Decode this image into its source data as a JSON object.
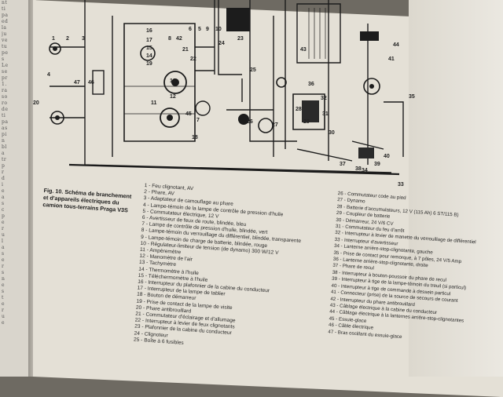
{
  "caption": {
    "figure": "Fig. 10.",
    "text": "Schéma de branchement et d'appareils électriques du camion tous-terrains Praga V3S"
  },
  "legend_left": [
    "1 - Feu clignotant, AV",
    "2 - Phare, AV",
    "3 - Adaptateur de camouflage au phare",
    "4 - Lampe-témoin de la lampe de contrôle de pression d'huile",
    "5 - Commutateur électrique, 12 V",
    "6 - Avertisseur de feux de route, blindée, bleu",
    "7 - Lampe de contrôle de pression d'huile, blindée, vert",
    "8 - Lampe-témoin du verrouillage du différentiel, blindée, transparente",
    "9 - Lampe-témoin de charge de batterie, blindée, rouge",
    "10 - Régulateur-limiteur de tension (de dynamo) 300 W/12 V",
    "11 - Ampèremètre",
    "12 - Manomètre de l'air",
    "13 - Tachymètre",
    "14 - Thermomètre à l'huile",
    "15 - Téléchermomètre à l'huile",
    "16 - Interrupteur du plafonnier de la cabine du conducteur",
    "17 - Interrupteur de la lampe de tablier",
    "18 - Bouton de démarreur",
    "19 - Prise de contact de la lampe de visite",
    "20 - Phare antibrouillard",
    "21 - Commutateur d'éclairage et d'allumage",
    "22 - Interrupteur à levier de feux clignotants",
    "23 - Plafonnier de la cabine du conducteur",
    "24 - Clignoteur",
    "25 - Boîte à 6 fusibles"
  ],
  "legend_right": [
    "26 - Commutateur code au pied",
    "27 - Dynamo",
    "28 - Batterie d'accumulateurs, 12 V (115 Ah) 6 ST/115 B)",
    "29 - Coupleur de batterie",
    "30 - Démarreur, 24 V/6 CV",
    "31 - Commutateur du feu d'arrêt",
    "32 - Interrupteur à levier de manette du verrouillage de différentiel",
    "33 - Interrupteur d'avertisseur",
    "34 - Lanterne arrière-stop-clignotante, gauche",
    "35 - Prise de contact pour remorque, à 7 pôles, 24 V/5 Amp",
    "36 - Lanterne arrière-stop-clignotante, droite",
    "37 - Phare de recul",
    "38 - Interrupteur à bouton-poussoir du phare de recul",
    "39 - Interrupteur à tige de la lampe-témoin du treuil (si particul)",
    "40 - Interrupteur à tige de commande à dessein particul",
    "41 - Connecteur (prise) de la source de secours de courant",
    "42 - Interrupteur du phare antibrouillard",
    "43 - Câblage électrique à la cabine du conducteur",
    "44 - Câblage électrique à la lanternes arrière-stop-clignotantes",
    "45 - Essuie-glace",
    "46 - Câble électrique",
    "47 - Bras oscillant du essuie-glace"
  ],
  "diagram_labels": [
    "1",
    "2",
    "3",
    "4",
    "47",
    "46",
    "20",
    "16",
    "17",
    "15",
    "14",
    "19",
    "8",
    "42",
    "24",
    "22",
    "21",
    "13",
    "12",
    "11",
    "45",
    "7",
    "18",
    "23",
    "25",
    "43",
    "26",
    "27",
    "28",
    "29",
    "30",
    "31",
    "32",
    "33",
    "34",
    "35",
    "36",
    "37",
    "38",
    "39",
    "40",
    "41",
    "44",
    "6",
    "5",
    "9",
    "10"
  ]
}
